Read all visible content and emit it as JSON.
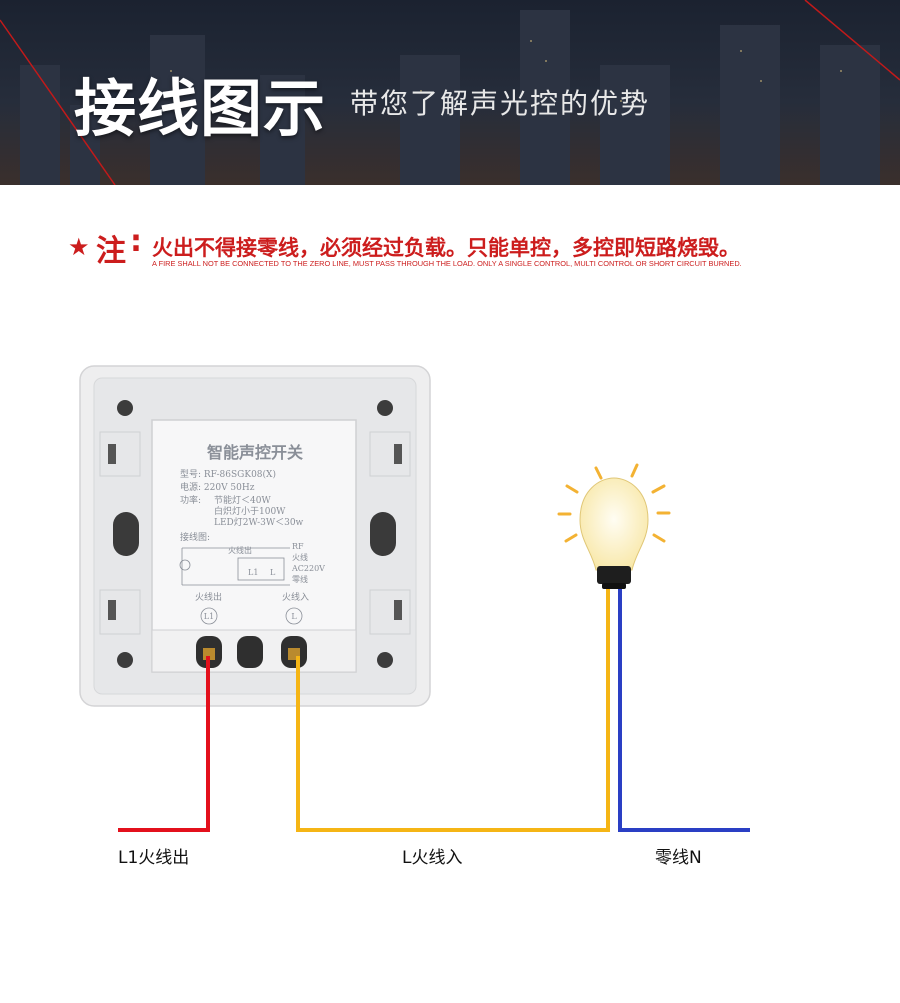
{
  "header": {
    "title": "接线图示",
    "subtitle": "带您了解声光控的优势"
  },
  "note": {
    "star": "★",
    "label": "注",
    "colon": ":",
    "text": "火出不得接零线，必须经过负载。只能单控，多控即短路烧毁。",
    "english": "A FIRE SHALL NOT BE CONNECTED TO THE ZERO LINE, MUST PASS THROUGH THE LOAD. ONLY A SINGLE CONTROL, MULTI CONTROL OR SHORT CIRCUIT BURNED."
  },
  "module": {
    "name": "智能声控开关",
    "model": "型号: RF-86SGK08(X)",
    "power": "电源: 220V 50Hz",
    "rating_label": "功率:",
    "rating_1": "节能灯＜40W",
    "rating_2": "白炽灯小于100W",
    "rating_3": "LED灯2W-3W＜30w",
    "diagram_label": "接线图:",
    "live_out_small": "火线出",
    "rf": "RF",
    "live_small": "火线",
    "ac": "AC220V",
    "neutral_small": "零线",
    "l1_small": "L1",
    "l_small": "L",
    "live_out": "火线出",
    "live_in": "火线入",
    "terminal_l1": "L1",
    "terminal_l": "L"
  },
  "wires": {
    "l1_label": "L1火线出",
    "l_label": "L火线入",
    "n_label": "零线N"
  },
  "colors": {
    "accent_red": "#cc1d1d",
    "wire_red": "#e3101c",
    "wire_yellow": "#f5b515",
    "wire_blue": "#2a3fc4",
    "bulb_glow": "#fbeebe",
    "rays": "#f3b233"
  }
}
